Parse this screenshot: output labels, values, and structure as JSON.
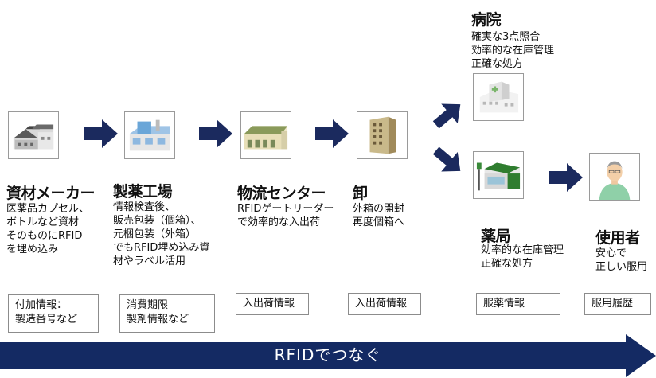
{
  "colors": {
    "arrow": "#1b2a5e",
    "banner": "#142a63",
    "box_border": "#9a9a9a"
  },
  "stages": [
    {
      "id": "manufacturer",
      "icon": "factory-building-icon",
      "title": "資材メーカー",
      "desc": [
        "医薬品カプセル、",
        "ボトルなど資材",
        "そのものにRFID",
        "を埋め込み"
      ],
      "info": [
        "付加情報：",
        "製造番号など"
      ]
    },
    {
      "id": "pharma-factory",
      "icon": "pharma-factory-icon",
      "title": "製薬工場",
      "desc": [
        "情報検査後、",
        "販売包装（個箱）、",
        "元梱包装（外箱）",
        "でもRFID埋め込み資",
        "材やラベル活用"
      ],
      "info": [
        "消費期限",
        "製剤情報など"
      ]
    },
    {
      "id": "logistics",
      "icon": "warehouse-icon",
      "title": "物流センター",
      "desc": [
        "RFIDゲートリーダー",
        "で効率的な入出荷"
      ],
      "info": [
        "入出荷情報"
      ]
    },
    {
      "id": "wholesale",
      "icon": "office-building-icon",
      "title": "卸",
      "desc": [
        "外箱の開封",
        "再度個箱へ"
      ],
      "info": [
        "入出荷情報"
      ]
    },
    {
      "id": "hospital",
      "icon": "hospital-icon",
      "title": "病院",
      "desc": [
        "確実な3点照合",
        "効率的な在庫管理",
        "正確な処方"
      ]
    },
    {
      "id": "pharmacy",
      "icon": "pharmacy-icon",
      "title": "薬局",
      "desc": [
        "効率的な在庫管理",
        "正確な処方"
      ],
      "info": [
        "服薬情報"
      ]
    },
    {
      "id": "user",
      "icon": "patient-icon",
      "title": "使用者",
      "desc": [
        "安心で",
        "正しい服用"
      ],
      "info": [
        "服用履歴"
      ]
    }
  ],
  "banner": {
    "label": "RFIDでつなぐ"
  }
}
